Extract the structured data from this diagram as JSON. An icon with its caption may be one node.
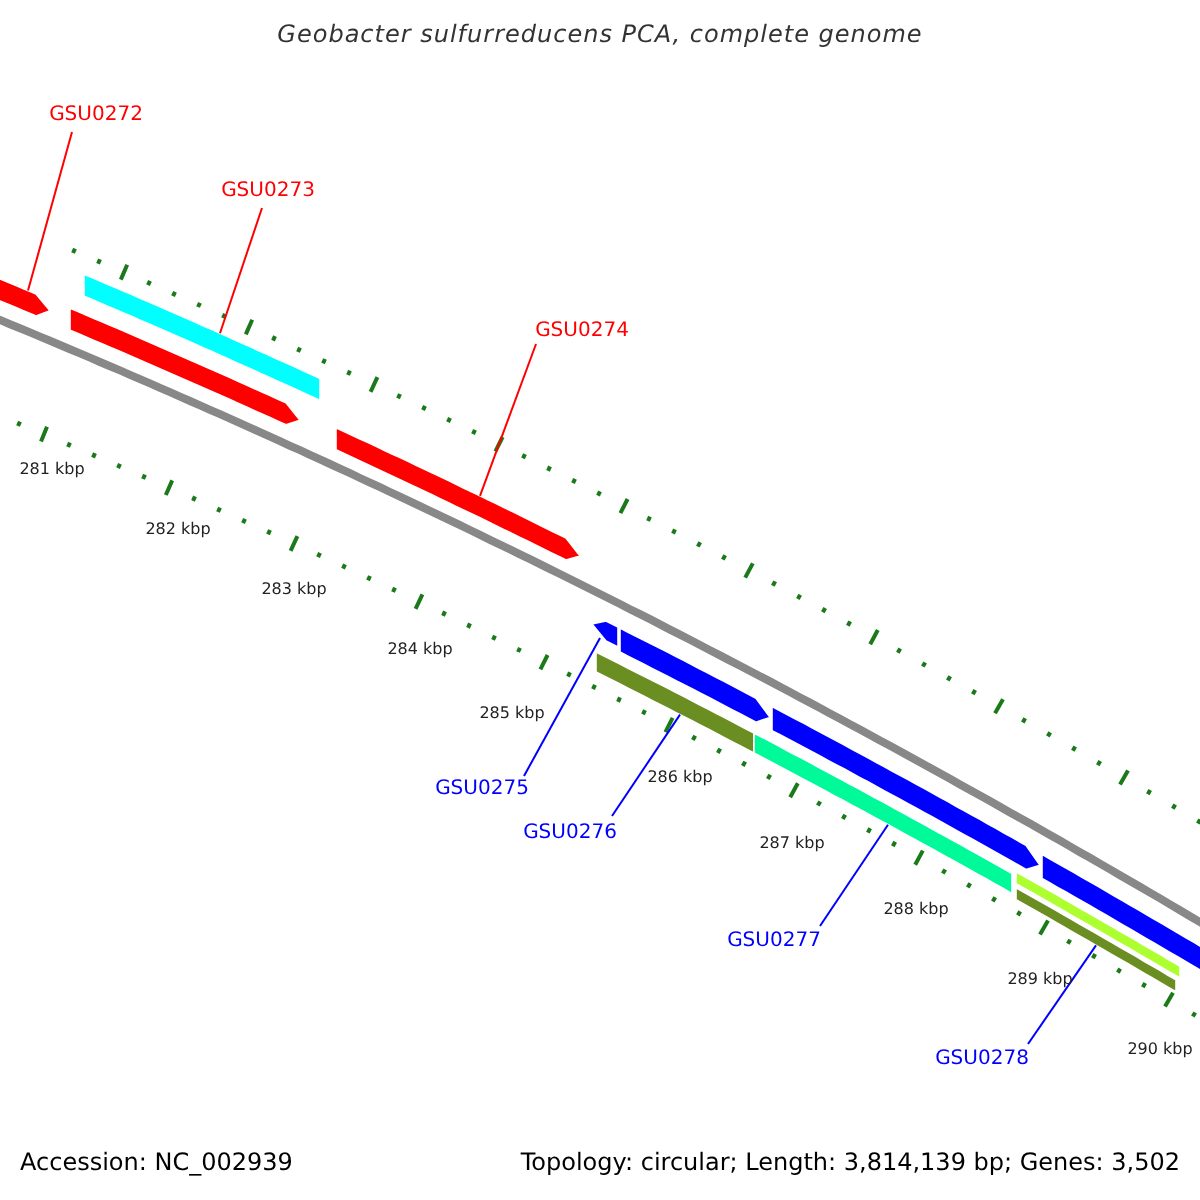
{
  "diagram": {
    "title": "Geobacter sulfurreducens PCA, complete genome",
    "nodes": [
      {
        "text": [
          "GSU0272"
        ]
      },
      {
        "text": [
          "GSU0273"
        ]
      },
      {
        "text": [
          "GSU0274"
        ]
      },
      {
        "text": [
          "GSU0275"
        ]
      },
      {
        "text": [
          "GSU0276"
        ]
      },
      {
        "text": [
          "GSU0277"
        ]
      },
      {
        "text": [
          "GSU0278"
        ]
      },
      {
        "text": [],
        "shape": "arrow"
      },
      {
        "text": [],
        "shape": "bar"
      },
      {
        "text": [],
        "shape": "arrow"
      },
      {
        "text": [],
        "shape": "arrow"
      },
      {
        "text": [],
        "shape": "bar"
      },
      {
        "text": [],
        "shape": "bar"
      },
      {
        "text": [],
        "shape": "bar"
      },
      {
        "text": [],
        "shape": "arrow"
      },
      {
        "text": [],
        "shape": "arrow"
      },
      {
        "text": [],
        "shape": "arrow"
      },
      {
        "text": [],
        "shape": "arrow"
      },
      {
        "text": [],
        "shape": "bar"
      }
    ],
    "edges": [
      {
        "from": 0,
        "to": 7,
        "arrow": "none",
        "color": "#ff0000"
      },
      {
        "from": 1,
        "to": 8,
        "arrow": "none",
        "color": "#ff0000"
      },
      {
        "from": 2,
        "to": 9,
        "arrow": "none",
        "color": "#ff0000"
      },
      {
        "from": 3,
        "to": 10,
        "arrow": "none"
      },
      {
        "from": 4,
        "to": 11,
        "arrow": "none"
      },
      {
        "from": 5,
        "to": 12,
        "arrow": "none"
      },
      {
        "from": 6,
        "to": 13,
        "arrow": "none"
      }
    ],
    "labels": [
      "281 kbp",
      "282 kbp",
      "283 kbp",
      "284 kbp",
      "285 kbp",
      "286 kbp",
      "287 kbp",
      "288 kbp",
      "289 kbp",
      "290 kbp",
      "Accession: NC_002939",
      "Topology: circular; Length: 3,814,139 bp; Genes: 3,502"
    ]
  }
}
